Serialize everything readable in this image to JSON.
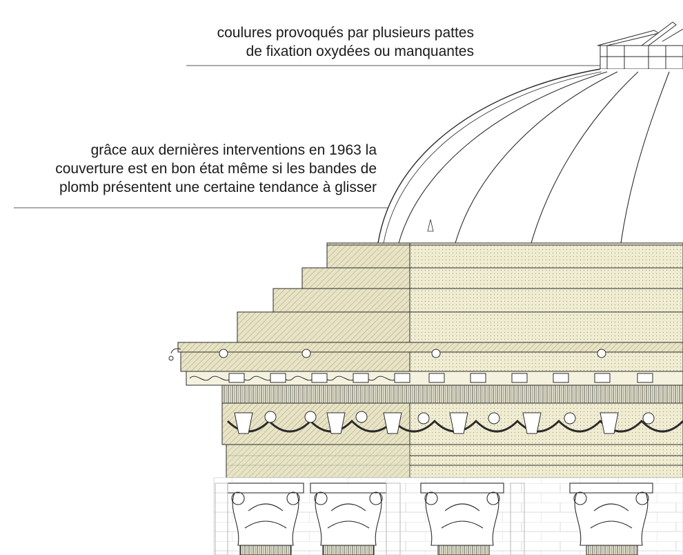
{
  "annotations": [
    {
      "id": "top",
      "lines": [
        "coulures provoqués par plusieurs pattes",
        "de fixation oxydées ou manquantes"
      ]
    },
    {
      "id": "mid",
      "lines": [
        "grâce aux dernières interventions en 1963 la",
        "couverture est en bon état même si les bandes de",
        "plomb présentent une certaine tendance à glisser"
      ]
    }
  ],
  "colors": {
    "ink": "#2a2a2a",
    "stone_fill": "#efecd2",
    "hatch_fill": "#e7e3c4",
    "leader": "#555555"
  }
}
